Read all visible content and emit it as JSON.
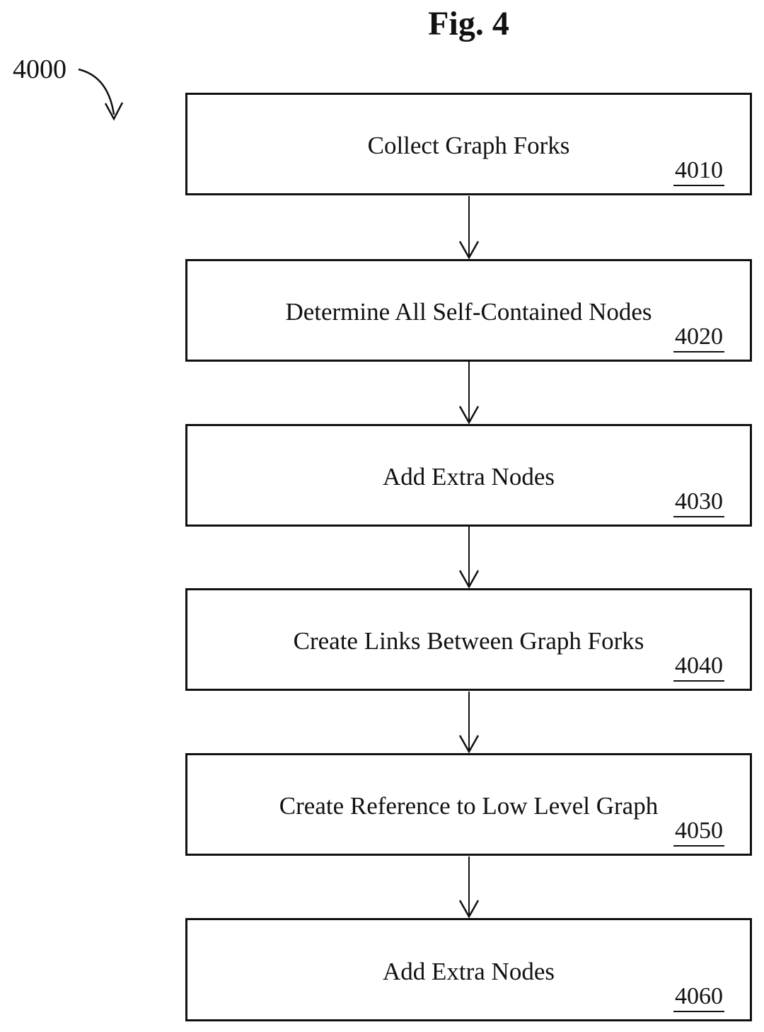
{
  "figure": {
    "title": "Fig. 4",
    "diagram_label": "4000"
  },
  "steps": [
    {
      "label": "Collect Graph Forks",
      "ref": "4010"
    },
    {
      "label": "Determine All Self-Contained Nodes",
      "ref": "4020"
    },
    {
      "label": "Add Extra Nodes",
      "ref": "4030"
    },
    {
      "label": "Create Links Between Graph Forks",
      "ref": "4040"
    },
    {
      "label": "Create Reference to Low Level Graph",
      "ref": "4050"
    },
    {
      "label": "Add Extra Nodes",
      "ref": "4060"
    }
  ],
  "colors": {
    "ink": "#111111",
    "background": "#ffffff"
  }
}
